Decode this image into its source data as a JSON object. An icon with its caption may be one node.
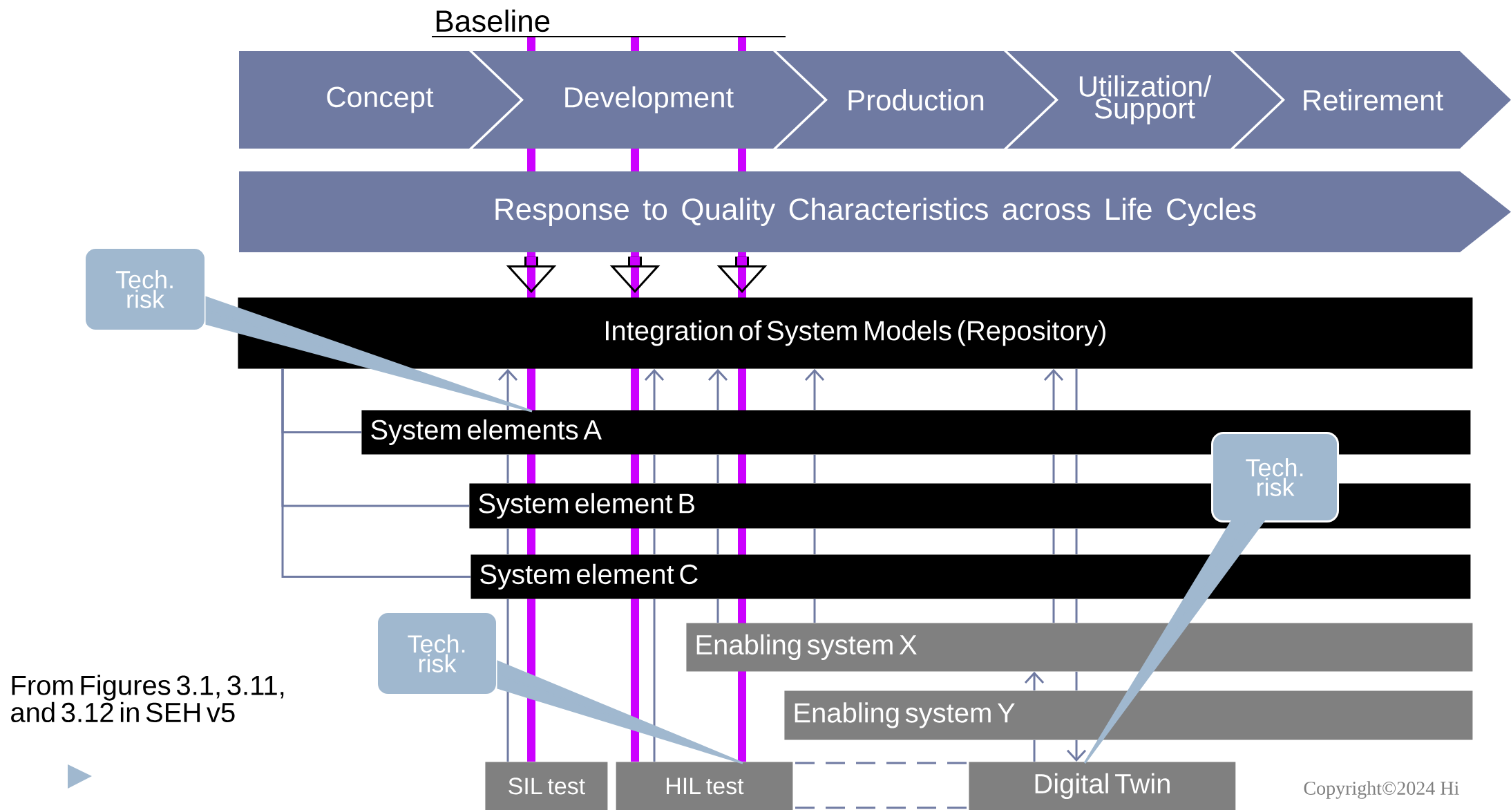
{
  "diagram": {
    "nodes": [
      {
        "text": [
          "Concept"
        ]
      },
      {
        "text": [
          "Development"
        ]
      },
      {
        "text": [
          "Production"
        ]
      },
      {
        "text": [
          "Utilization/ Support"
        ]
      },
      {
        "text": [
          "Retirement"
        ]
      },
      {
        "text": [
          "Response to Quality Characteristics across Life Cycles"
        ]
      },
      {
        "text": [
          "Tech. risk"
        ]
      },
      {
        "text": [
          "Integration of System Models (Repository)"
        ]
      },
      {
        "text": [
          "System elements A"
        ]
      },
      {
        "text": [
          "Tech. risk"
        ]
      },
      {
        "text": [
          "System element B"
        ]
      },
      {
        "text": [
          "System element C"
        ]
      },
      {
        "text": [
          "Tech. risk"
        ]
      },
      {
        "text": [
          "Enabling system X"
        ]
      },
      {
        "text": [
          "Enabling system Y"
        ]
      },
      {
        "text": [
          "SIL test"
        ]
      },
      {
        "text": [
          "HIL test"
        ]
      },
      {
        "text": [],
        "shape": "box"
      },
      {
        "text": [
          "Digital Twin"
        ]
      }
    ],
    "edges": [
      {
        "from": 5,
        "to": 7,
        "arrow": "to",
        "style": "thick",
        "color": "#000000"
      },
      {
        "from": 5,
        "to": 7,
        "arrow": "to",
        "style": "thick",
        "color": "#000000"
      },
      {
        "from": 5,
        "to": 7,
        "arrow": "to",
        "style": "thick",
        "color": "#000000"
      },
      {
        "from": 7,
        "to": 8,
        "arrow": "none"
      },
      {
        "from": 7,
        "to": 10,
        "arrow": "none"
      },
      {
        "from": 7,
        "to": 11,
        "arrow": "none"
      },
      {
        "from": 8,
        "to": 7,
        "arrow": "to"
      },
      {
        "from": 10,
        "to": 8,
        "arrow": "none"
      },
      {
        "from": 11,
        "to": 10,
        "arrow": "none"
      },
      {
        "from": 15,
        "to": 11,
        "arrow": "none"
      },
      {
        "from": 8,
        "to": 7,
        "arrow": "to"
      },
      {
        "from": 10,
        "to": 8,
        "arrow": "none"
      },
      {
        "from": 11,
        "to": 10,
        "arrow": "none"
      },
      {
        "from": 16,
        "to": 11,
        "arrow": "none"
      },
      {
        "from": 8,
        "to": 7,
        "arrow": "to"
      },
      {
        "from": 10,
        "to": 8,
        "arrow": "none"
      },
      {
        "from": 11,
        "to": 10,
        "arrow": "none"
      },
      {
        "from": 13,
        "to": 11,
        "arrow": "none"
      },
      {
        "from": 8,
        "to": 7,
        "arrow": "to"
      },
      {
        "from": 10,
        "to": 8,
        "arrow": "none"
      },
      {
        "from": 11,
        "to": 10,
        "arrow": "none"
      },
      {
        "from": 13,
        "to": 11,
        "arrow": "none"
      },
      {
        "from": 8,
        "to": 7,
        "arrow": "to"
      },
      {
        "from": 10,
        "to": 8,
        "arrow": "none"
      },
      {
        "from": 11,
        "to": 10,
        "arrow": "none"
      },
      {
        "from": 13,
        "to": 11,
        "arrow": "none"
      },
      {
        "from": 7,
        "to": 8,
        "arrow": "none"
      },
      {
        "from": 8,
        "to": 10,
        "arrow": "none"
      },
      {
        "from": 10,
        "to": 11,
        "arrow": "none"
      },
      {
        "from": 11,
        "to": 13,
        "arrow": "none"
      },
      {
        "from": 13,
        "to": 14,
        "arrow": "none"
      },
      {
        "from": 14,
        "to": 18,
        "arrow": "to"
      },
      {
        "from": 18,
        "to": 14,
        "arrow": "none"
      },
      {
        "from": 14,
        "to": 13,
        "arrow": "to"
      },
      {
        "from": 6,
        "to": 8,
        "arrow": "none",
        "color": "#a0b8cf"
      },
      {
        "from": 9,
        "to": 18,
        "arrow": "none",
        "color": "#a0b8cf"
      },
      {
        "from": 12,
        "to": 16,
        "arrow": "none",
        "color": "#a0b8cf"
      }
    ],
    "labels": [
      "Baseline",
      "From Figures 3.1, 3.11, and 3.12 in SEH v5",
      "Copyright©2024 Hi"
    ]
  }
}
